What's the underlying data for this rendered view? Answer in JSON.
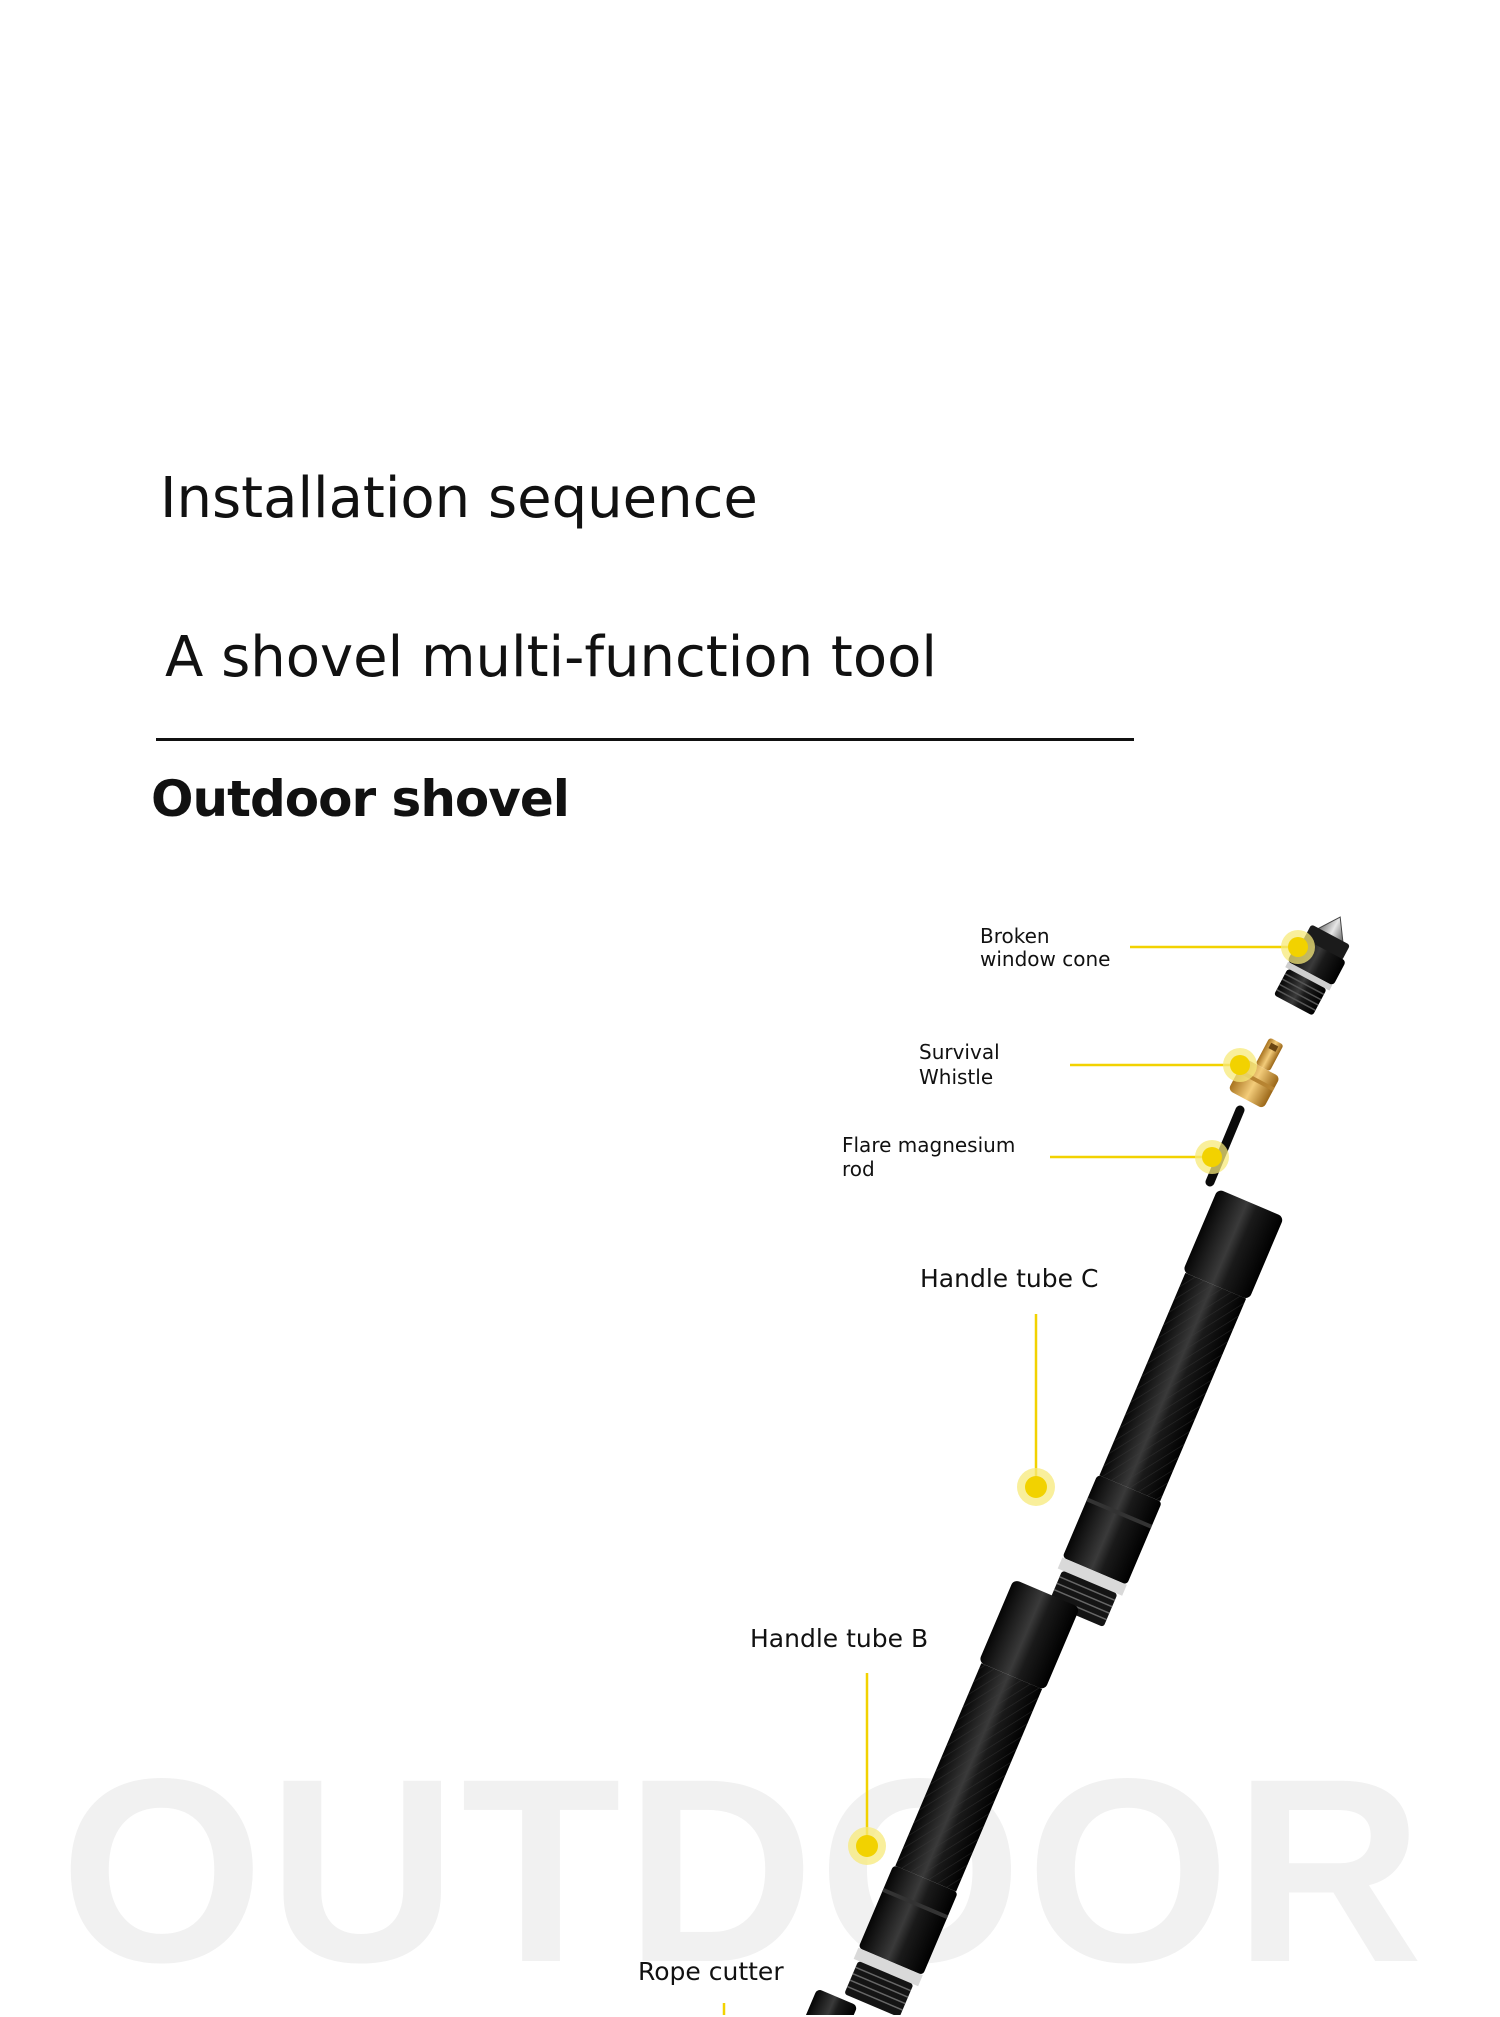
{
  "watermark": "OUTDOOR",
  "header": {
    "title": "Installation sequence",
    "subtitle": "A shovel multi-function tool"
  },
  "section": {
    "title": "Outdoor shovel"
  },
  "parts": {
    "cone_line1": "Broken",
    "cone_line2": "window cone",
    "whistle_line1": "Survival",
    "whistle_line2": "Whistle",
    "rod_line1": "Flare magnesium",
    "rod_line2": "rod",
    "tube_c": "Handle tube C",
    "tube_b": "Handle tube B",
    "rope_cutter": "Rope cutter"
  },
  "colors": {
    "accent": "#f2d200",
    "accent_glow": "#f7e97a",
    "tube": "#151515",
    "ring": "#d9d9d9",
    "brass": "#d4a24a",
    "watermark": "#f1f1f1"
  }
}
